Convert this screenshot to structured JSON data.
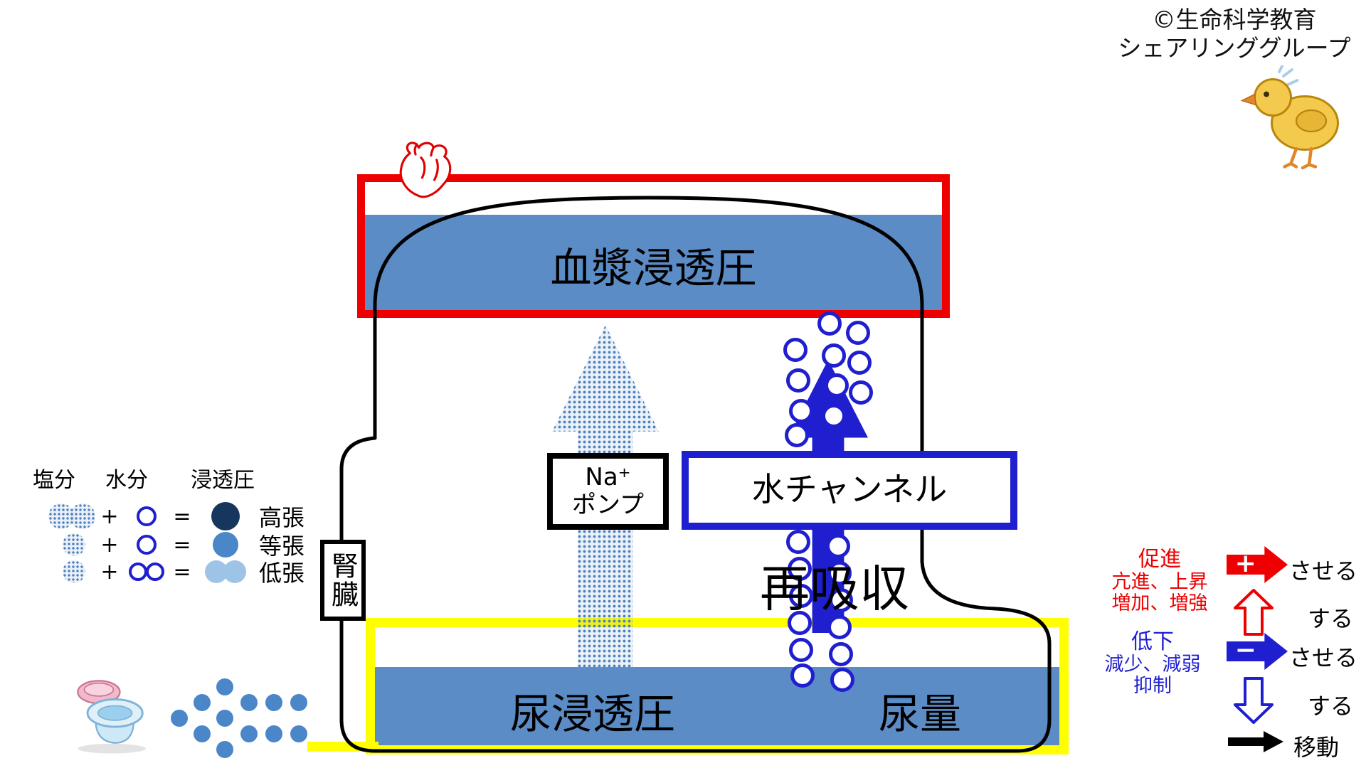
{
  "colors": {
    "red": "#ee0000",
    "blue": "#1f1fd0",
    "band_blue": "#5b8cc6",
    "salt_dot_blue": "#4f82bd",
    "hypertonic_navy": "#17365d",
    "isotonic_blue": "#4a86c8",
    "hypotonic_blue": "#9dc3e6",
    "yellow": "#ffff00"
  },
  "credit": {
    "line1": "©生命科学教育",
    "line2": "シェアリンググループ"
  },
  "plasma_box": {
    "label": "血漿浸透圧"
  },
  "na_pump": {
    "line1": "Na⁺",
    "line2": "ポンプ"
  },
  "water_channel": {
    "label": "水チャンネル"
  },
  "reabsorption": "再吸収",
  "kidney": "腎臓",
  "urine_box": {
    "osmotic": "尿浸透圧",
    "volume": "尿量"
  },
  "legend_left": {
    "header_salt": "塩分",
    "header_water": "水分",
    "header_osmotic": "浸透圧",
    "plus": "+",
    "equals": "=",
    "row_hyper": "高張",
    "row_iso": "等張",
    "row_hypo": "低張"
  },
  "legend_right": {
    "promote": {
      "l1": "促進",
      "l2": "亢進、上昇",
      "l3": "増加、増強",
      "sign": "+",
      "causative": "させる",
      "plain": "する"
    },
    "suppress": {
      "l1": "低下",
      "l2": "減少、減弱",
      "l3": "抑制",
      "sign": "−",
      "causative": "させる",
      "plain": "する"
    },
    "move": "移動"
  }
}
